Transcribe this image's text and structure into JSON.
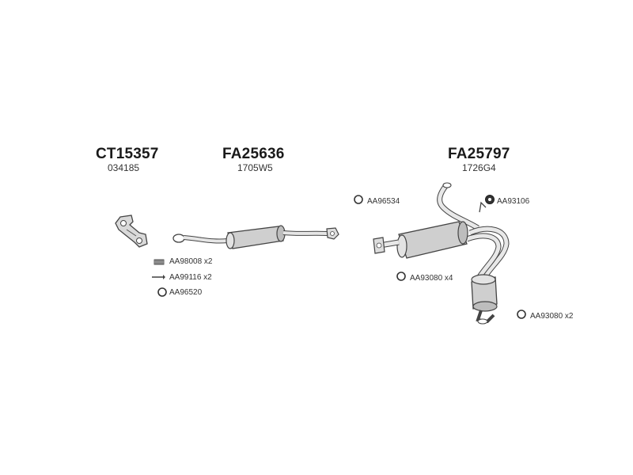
{
  "groups": [
    {
      "code": "CT15357",
      "ref": "034185"
    },
    {
      "code": "FA25636",
      "ref": "1705W5"
    },
    {
      "code": "FA25797",
      "ref": "1726G4"
    }
  ],
  "parts": {
    "aa98008": "AA98008 x2",
    "aa99116": "AA99116 x2",
    "aa96520": "AA96520",
    "aa96534": "AA96534",
    "aa93106": "AA93106",
    "aa93080a": "AA93080 x4",
    "aa93080b": "AA93080 x2"
  }
}
